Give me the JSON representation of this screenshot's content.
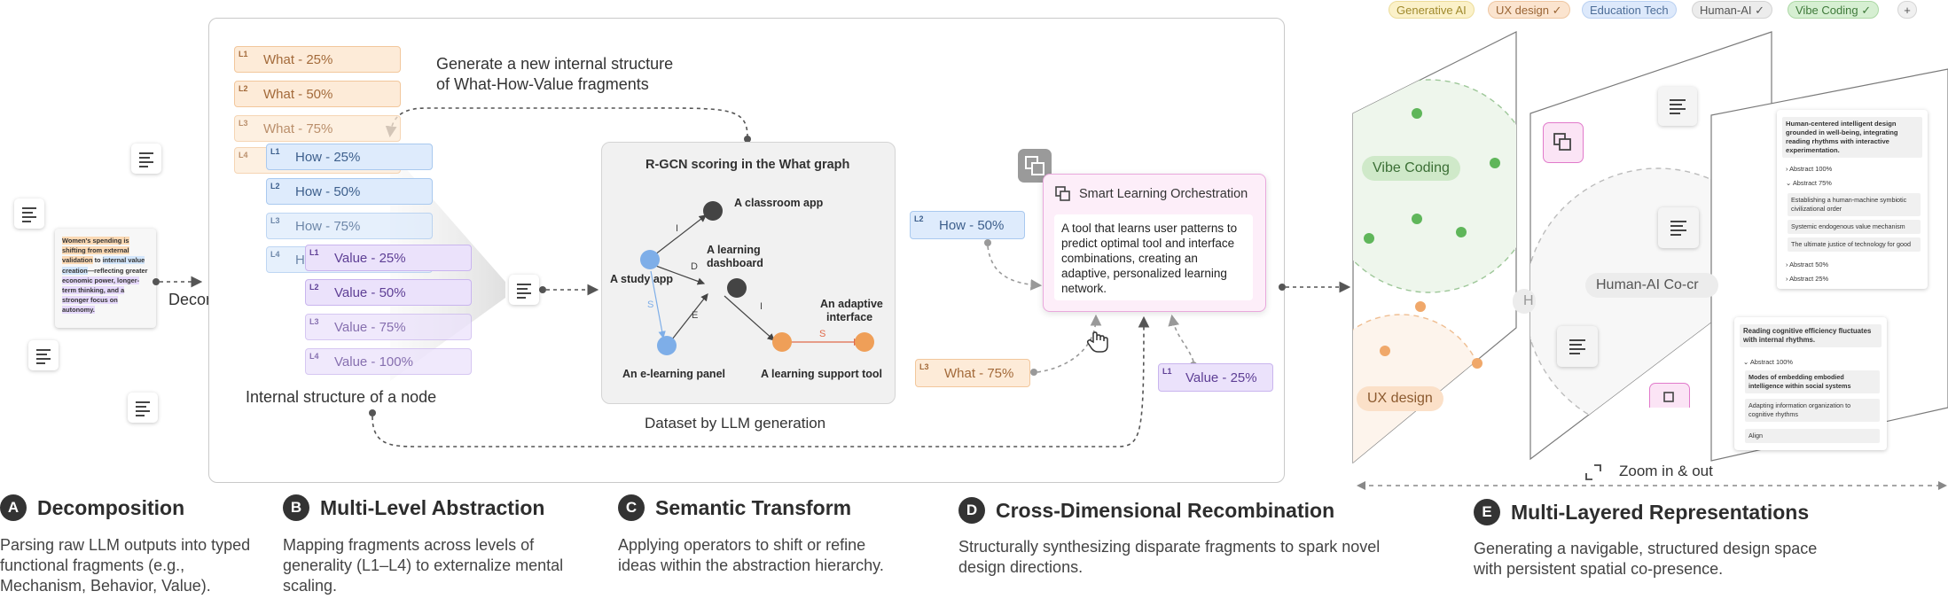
{
  "decompose": {
    "label": "Decompose",
    "raw_text": {
      "part1": "Women's spending is shifting from external validation",
      "part2": "to",
      "part3": "internal value creation",
      "part4": "—reflecting greater",
      "part5": "economic power, longer-term thinking, and a stronger focus on autonomy."
    }
  },
  "fragments": {
    "what": [
      {
        "level": "L1",
        "label": "What - 25%"
      },
      {
        "level": "L2",
        "label": "What - 50%"
      },
      {
        "level": "L3",
        "label": "What - 75%"
      },
      {
        "level": "L4",
        "label": ""
      }
    ],
    "how": [
      {
        "level": "L1",
        "label": "How - 25%"
      },
      {
        "level": "L2",
        "label": "How - 50%"
      },
      {
        "level": "L3",
        "label": "How - 75%"
      },
      {
        "level": "L4",
        "label": "How"
      }
    ],
    "value": [
      {
        "level": "L1",
        "label": "Value - 25%"
      },
      {
        "level": "L2",
        "label": "Value - 50%"
      },
      {
        "level": "L3",
        "label": "Value - 75%"
      },
      {
        "level": "L4",
        "label": "Value - 100%"
      }
    ],
    "internal_structure_label": "Internal structure of a node"
  },
  "generate_label": {
    "line1": "Generate a new internal structure",
    "line2": "of What-How-Value fragments"
  },
  "graph": {
    "title": "R-GCN scoring in the What graph",
    "nodes": {
      "classroom": "A classroom app",
      "dashboard_l1": "A learning",
      "dashboard_l2": "dashboard",
      "study": "A study app",
      "panel": "An e-learning panel",
      "support": "A learning support tool",
      "adaptive_l1": "An adaptive",
      "adaptive_l2": "interface"
    },
    "edges": {
      "e1": "I",
      "e2": "D",
      "e3": "S",
      "e4": "E",
      "e5": "I",
      "e6": "S"
    },
    "footer": "Dataset by LLM generation"
  },
  "recombination": {
    "how_chip": {
      "level": "L2",
      "label": "How - 50%"
    },
    "what_chip": {
      "level": "L3",
      "label": "What - 75%"
    },
    "value_chip": {
      "level": "L1",
      "label": "Value - 25%"
    },
    "card_title": "Smart Learning Orchestration",
    "card_body": "A tool that learns user patterns to predict optimal tool and interface combinations, creating an adaptive, personalized learning network."
  },
  "tags": [
    {
      "label": "Generative AI",
      "check": false
    },
    {
      "label": "UX design",
      "check": true
    },
    {
      "label": "Education Tech",
      "check": false
    },
    {
      "label": "Human-AI",
      "check": true
    },
    {
      "label": "Vibe Coding",
      "check": true
    }
  ],
  "tag_add": "+",
  "layers": {
    "vibe": "Vibe Coding",
    "ux": "UX design",
    "hai": "Human-AI Co-cr",
    "hai_cut": "H",
    "card1": {
      "title": "Human-centered intelligent design grounded in well-being, integrating reading rhythms with interactive experimentation.",
      "a100": "Abstract 100%",
      "a75": "Abstract 75%",
      "sub1": "Establishing a human-machine symbiotic civilizational order",
      "sub2": "Systemic endogenous value mechanism",
      "sub3": "The ultimate justice of technology for good",
      "a50": "Abstract 50%",
      "a25": "Abstract 25%"
    },
    "card2": {
      "title": "Reading cognitive efficiency fluctuates with internal rhythms.",
      "a100": "Abstract 100%",
      "sub1": "Modes of embedding embodied intelligence within social systems",
      "sub2": "Adapting information organization to cognitive rhythms",
      "sub3": "Align"
    },
    "zoom_label": "Zoom in & out"
  },
  "captions": [
    {
      "letter": "A",
      "title": "Decomposition",
      "desc": "Parsing raw LLM outputs into typed functional fragments (e.g., Mechanism, Behavior, Value)."
    },
    {
      "letter": "B",
      "title": "Multi-Level Abstraction",
      "desc": "Mapping fragments across levels of generality (L1–L4) to externalize mental scaling."
    },
    {
      "letter": "C",
      "title": "Semantic Transform",
      "desc": "Applying operators to shift or refine ideas within the abstraction hierarchy."
    },
    {
      "letter": "D",
      "title": "Cross-Dimensional Recombination",
      "desc": "Structurally synthesizing disparate fragments to spark novel design directions."
    },
    {
      "letter": "E",
      "title": "Multi-Layered Representations",
      "desc": "Generating a navigable, structured design space with persistent spatial co-presence."
    }
  ],
  "colors": {
    "what": "#fdebd8",
    "how": "#deebfc",
    "value": "#ebe2fb",
    "orch_border": "#e9a8dc",
    "node_blue": "#7eaee8",
    "node_orange": "#ef9f58",
    "node_dark": "#444444"
  }
}
